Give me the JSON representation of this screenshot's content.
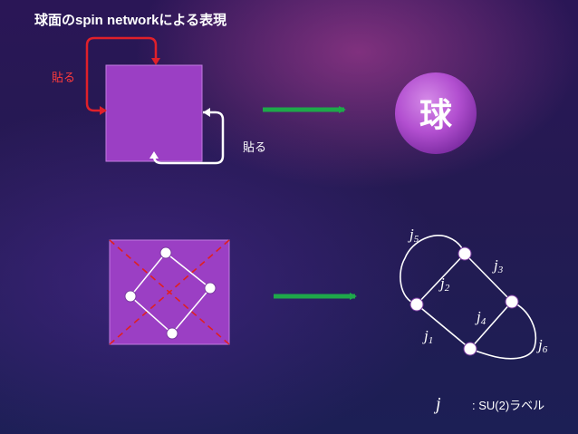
{
  "slide": {
    "title": "球面のspin networkによる表現",
    "top": {
      "paste_label_left": "貼る",
      "paste_label_right": "貼る",
      "sphere_label": "球"
    },
    "network": {
      "labels": [
        "j",
        "j",
        "j",
        "j",
        "j",
        "j"
      ],
      "subscripts": [
        "5",
        "3",
        "2",
        "4",
        "1",
        "6"
      ]
    },
    "legend": {
      "symbol": "j",
      "text": ": SU(2)ラベル"
    }
  },
  "colors": {
    "square_fill": "#9b3fc4",
    "arrow_green": "#1ea84a",
    "paste_red": "#e0202a",
    "sphere": "#b24fd0",
    "dashed_red": "#e02020"
  }
}
